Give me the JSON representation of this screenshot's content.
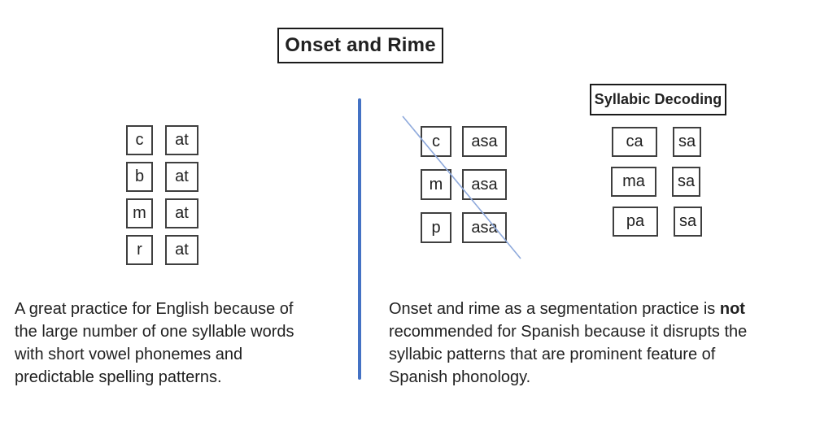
{
  "title": "Onset and Rime",
  "colors": {
    "divider": "#4472C4",
    "strike": "#8FAADC",
    "box_border": "#3f3f3f",
    "frame_border": "#1a1a1a",
    "text": "#212121"
  },
  "left_panel": {
    "word_rows": [
      {
        "onset": "c",
        "rime": "at"
      },
      {
        "onset": "b",
        "rime": "at"
      },
      {
        "onset": "m",
        "rime": "at"
      },
      {
        "onset": "r",
        "rime": "at"
      }
    ],
    "caption_lines": [
      "A great practice for English because of",
      "the large number of one syllable words",
      "with short vowel phonemes and",
      "predictable spelling patterns."
    ]
  },
  "right_panel": {
    "crossed_word_rows": [
      {
        "onset": "c",
        "rime": "asa"
      },
      {
        "onset": "m",
        "rime": "asa"
      },
      {
        "onset": "p",
        "rime": "asa"
      }
    ],
    "syllabic_decoding": {
      "label": "Syllabic Decoding",
      "word_rows": [
        {
          "first": "ca",
          "second": "sa"
        },
        {
          "first": "ma",
          "second": "sa"
        },
        {
          "first": "pa",
          "second": "sa"
        }
      ]
    },
    "caption": {
      "line1_prefix": "Onset and rime as a segmentation practice is ",
      "line1_bold": "not",
      "lines_rest": [
        "recommended for Spanish because it disrupts the",
        "syllabic patterns that are prominent feature of",
        "Spanish phonology."
      ]
    }
  }
}
